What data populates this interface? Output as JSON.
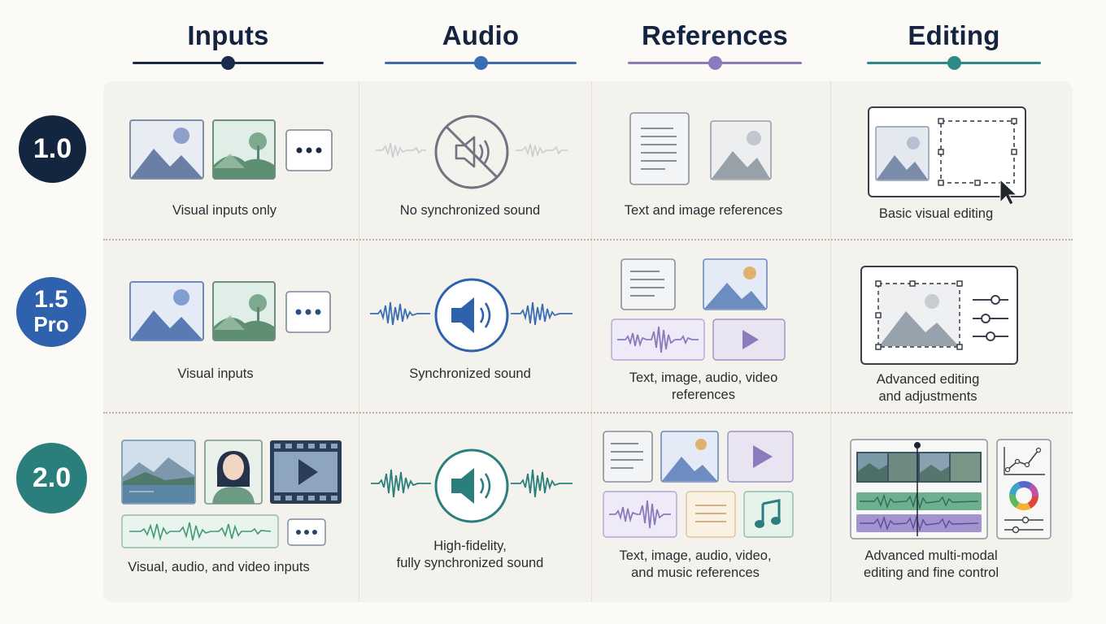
{
  "columns": [
    {
      "title": "Inputs",
      "color": "#1b2a48"
    },
    {
      "title": "Audio",
      "color": "#3a6db3"
    },
    {
      "title": "References",
      "color": "#8a7cbc"
    },
    {
      "title": "Editing",
      "color": "#2e8a86"
    }
  ],
  "versions": [
    {
      "badge_lines": [
        "1.0"
      ],
      "color": "#142540",
      "inputs": "Visual inputs only",
      "audio": "No synchronized sound",
      "references": "Text and image references",
      "editing": "Basic visual editing"
    },
    {
      "badge_lines": [
        "1.5",
        "Pro"
      ],
      "color": "#2f62ad",
      "inputs": "Visual inputs",
      "audio": "Synchronized sound",
      "references": [
        "Text, image, audio, video",
        "references"
      ],
      "editing": [
        "Advanced editing",
        "and adjustments"
      ]
    },
    {
      "badge_lines": [
        "2.0"
      ],
      "color": "#2a7f7c",
      "inputs": "Visual, audio, and video inputs",
      "audio": [
        "High-fidelity,",
        "fully synchronized sound"
      ],
      "references": [
        "Text, image, audio, video,",
        "and music references"
      ],
      "editing": [
        "Advanced multi-modal",
        "editing and fine control"
      ]
    }
  ]
}
